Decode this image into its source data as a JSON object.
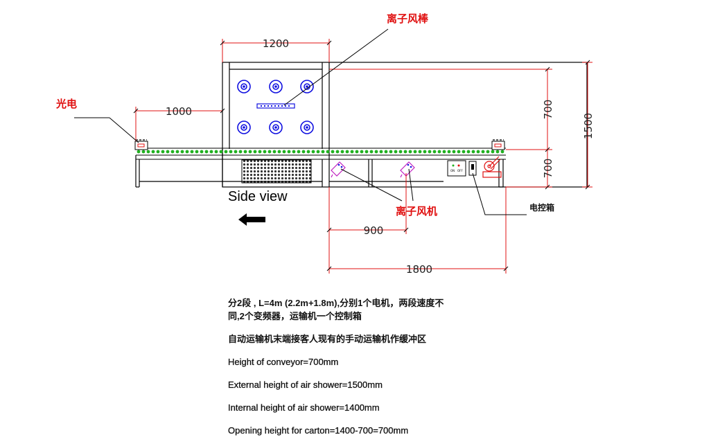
{
  "labels": {
    "ion_bar": "离子风棒",
    "photo_sensor": "光电",
    "ion_blower": "离子风机",
    "control_box": "电控箱",
    "side_view": "Side view",
    "switch_on": "ON",
    "switch_off": "OFF"
  },
  "dimensions": {
    "width_top": "1200",
    "sensor_offset": "1000",
    "height_upper": "700",
    "height_lower": "700",
    "height_total": "1500",
    "blower_spacing": "900",
    "blower_span": "1800"
  },
  "notes": {
    "line1": "分2段 , L=4m (2.2m+1.8m),分别1个电机，两段速度不",
    "line2": "同,2个变频器，运输机一个控制箱",
    "line3": "自动运输机末端接客人现有的手动运输机作缓冲区",
    "line4": "Height of conveyor=700mm",
    "line5": "External height of air shower=1500mm",
    "line6": "Internal height of air shower=1400mm",
    "line7": "Opening height for carton=1400-700=700mm"
  },
  "colors": {
    "dimension_line": "#e01010",
    "annotation": "#e01010",
    "nozzle": "#1010e0",
    "roller": "#20b020",
    "blower": "#c020c0",
    "structure": "#000000"
  }
}
